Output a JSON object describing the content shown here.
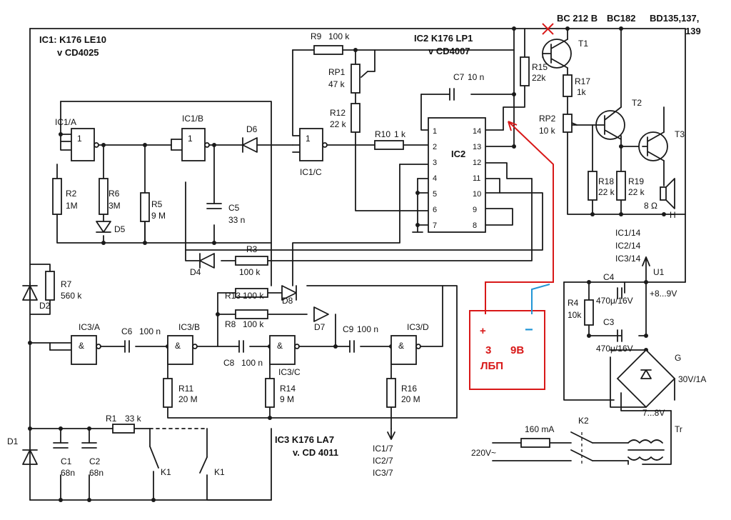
{
  "labels": {
    "ic1": "IC1: K176 LE10",
    "ic1v": "v CD4025",
    "ic2": "IC2 K176 LP1",
    "ic2v": "v CD4007",
    "ic3": "IC3 K176 LA7",
    "ic3v": "v. CD 4011",
    "t1type": "BC 212 B",
    "t2type": "BC182",
    "t3type": "BD135,137,",
    "t3type2": "139",
    "r1": "R1",
    "r1v": "33 k",
    "r2": "R2",
    "r2v": "1M",
    "r3": "R3",
    "r3v": "100 k",
    "r4": "R4",
    "r4v": "10k",
    "r5": "R5",
    "r5v": "9 M",
    "r6": "R6",
    "r6v": "3M",
    "r7": "R7",
    "r7v": "560 k",
    "r8": "R8",
    "r8v": "100 k",
    "r9": "R9",
    "r9v": "100 k",
    "r10": "R10",
    "r10v": "1 k",
    "r11": "R11",
    "r11v": "20 M",
    "r12": "R12",
    "r12v": "22 k",
    "r13": "R13",
    "r13v": "100 k",
    "r14": "R14",
    "r14v": "9 M",
    "r15": "R15",
    "r15v": "22k",
    "r16": "R16",
    "r16v": "20 M",
    "r17": "R17",
    "r17v": "1k",
    "r18": "R18",
    "r18v": "22 k",
    "r19": "R19",
    "r19v": "22 k",
    "rp1": "RP1",
    "rp1v": "47 k",
    "rp2": "RP2",
    "rp2v": "10 k",
    "c1": "C1",
    "c1v": "68n",
    "c2": "C2",
    "c2v": "68n",
    "c3": "C3",
    "c3v": "470μ/16V",
    "c4": "C4",
    "c4v": "470μ/16V",
    "c5": "C5",
    "c5v": "33 n",
    "c6": "C6",
    "c6v": "100 n",
    "c7": "C7",
    "c7v": "10 n",
    "c8": "C8",
    "c8v": "100 n",
    "c9": "C9",
    "c9v": "100 n",
    "d1": "D1",
    "d2": "D2",
    "d4": "D4",
    "d5": "D5",
    "d6": "D6",
    "d7": "D7",
    "d8": "D8",
    "t1": "T1",
    "t2": "T2",
    "t3": "T3",
    "ic1a": "IC1/A",
    "ic1b": "IC1/B",
    "ic1c": "IC1/C",
    "ic3a": "IC3/A",
    "ic3b": "IC3/B",
    "ic3c": "IC3/C",
    "ic3d": "IC3/D",
    "ic2name": "IC2",
    "speaker": "8 Ω",
    "speakerh": "H",
    "u1": "U1",
    "supply": "+8...9V",
    "pwr_note": "IC1/14",
    "pwr_note2": "IC2/14",
    "pwr_note3": "IC3/14",
    "gnd_note1": "IC1/7",
    "gnd_note2": "IC2/7",
    "gnd_note3": "IC3/7",
    "bridge": "G",
    "bridge_rating": "30V/1A",
    "transformer": "Tr",
    "trans_v": "7...8V",
    "fuse": "160 mA",
    "mains": "220V~",
    "k1": "K1",
    "k1b": "K1",
    "k2": "K2",
    "annot_plus": "+",
    "annot_minus": "−",
    "annot_3": "3",
    "annot_9v": "9В",
    "annot_lbp": "ЛБП",
    "annot_x": "✕"
  },
  "ic2_pins_left": [
    "1",
    "2",
    "3",
    "4",
    "5",
    "6",
    "7"
  ],
  "ic2_pins_right": [
    "14",
    "13",
    "12",
    "11",
    "10",
    "9",
    "8"
  ],
  "colors": {
    "ink": "#1a1a1a",
    "annotation_red": "#d81818",
    "annotation_blue": "#2196d6"
  }
}
